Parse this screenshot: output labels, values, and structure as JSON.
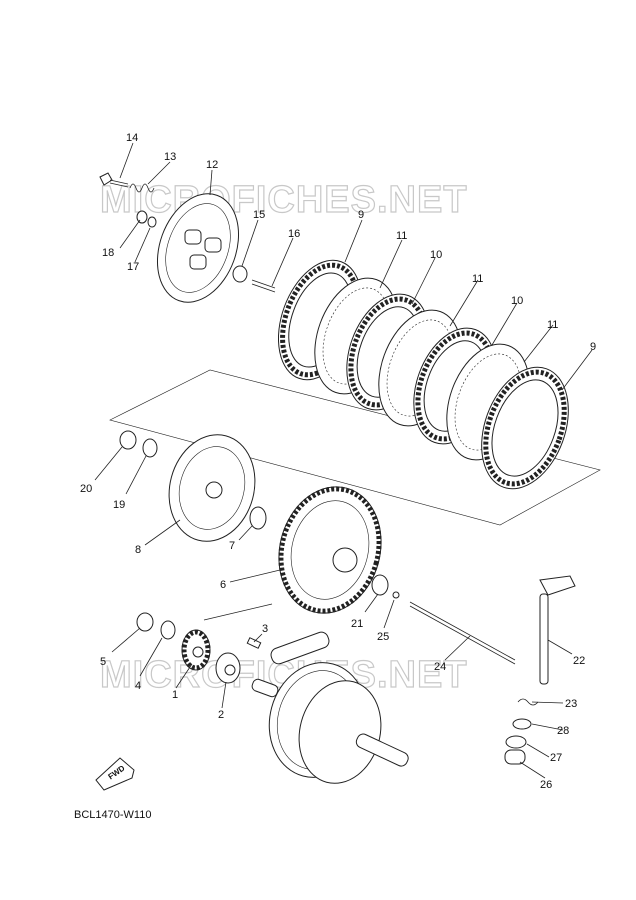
{
  "watermarks": [
    "MICROFICHES.NET",
    "MICROFICHES.NET"
  ],
  "diagram_code": "BCL1470-W110",
  "fwd_label": "FWD",
  "callouts": [
    {
      "id": "14",
      "text": "14"
    },
    {
      "id": "13",
      "text": "13"
    },
    {
      "id": "12",
      "text": "12"
    },
    {
      "id": "18",
      "text": "18"
    },
    {
      "id": "17",
      "text": "17"
    },
    {
      "id": "15",
      "text": "15"
    },
    {
      "id": "16",
      "text": "16"
    },
    {
      "id": "9a",
      "text": "9"
    },
    {
      "id": "11a",
      "text": "11"
    },
    {
      "id": "10a",
      "text": "10"
    },
    {
      "id": "11b",
      "text": "11"
    },
    {
      "id": "10b",
      "text": "10"
    },
    {
      "id": "11c",
      "text": "11"
    },
    {
      "id": "9b",
      "text": "9"
    },
    {
      "id": "20",
      "text": "20"
    },
    {
      "id": "19",
      "text": "19"
    },
    {
      "id": "8",
      "text": "8"
    },
    {
      "id": "7",
      "text": "7"
    },
    {
      "id": "6",
      "text": "6"
    },
    {
      "id": "21",
      "text": "21"
    },
    {
      "id": "25",
      "text": "25"
    },
    {
      "id": "24",
      "text": "24"
    },
    {
      "id": "22",
      "text": "22"
    },
    {
      "id": "3",
      "text": "3"
    },
    {
      "id": "5",
      "text": "5"
    },
    {
      "id": "4",
      "text": "4"
    },
    {
      "id": "1",
      "text": "1"
    },
    {
      "id": "2",
      "text": "2"
    },
    {
      "id": "23",
      "text": "23"
    },
    {
      "id": "28",
      "text": "28"
    },
    {
      "id": "27",
      "text": "27"
    },
    {
      "id": "26",
      "text": "26"
    }
  ]
}
